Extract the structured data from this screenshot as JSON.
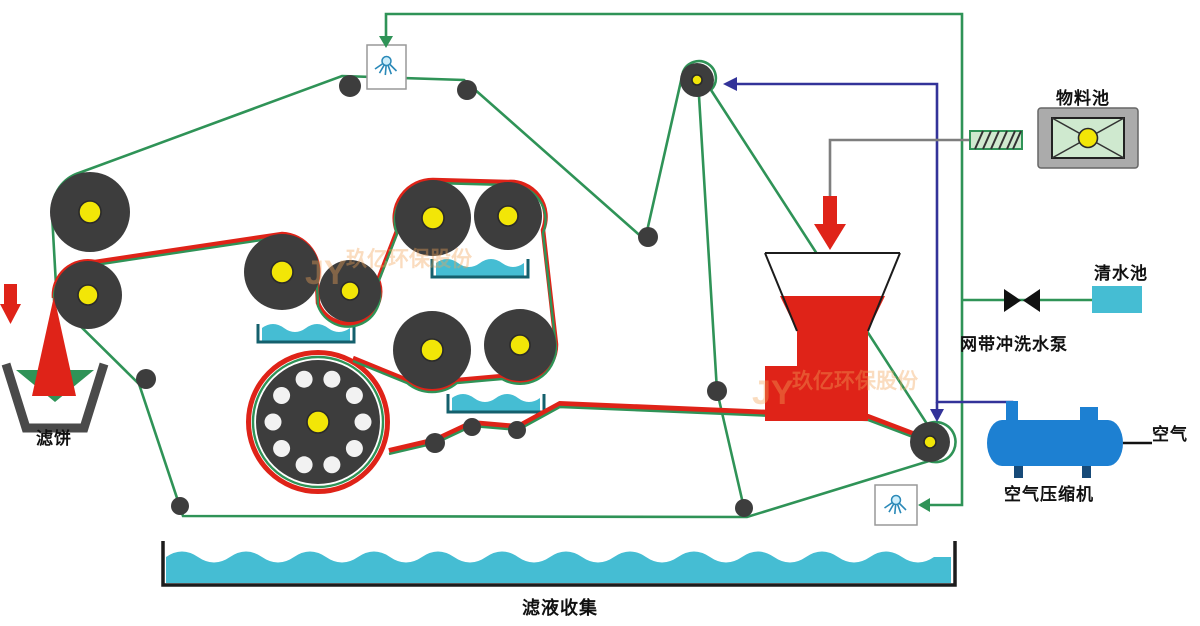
{
  "labels": {
    "material_pool": "物料池",
    "clean_water_pool": "清水池",
    "belt_wash_pump": "网带冲洗水泵",
    "air_compressor": "空气压缩机",
    "air": "空气",
    "filter_cake": "滤饼",
    "filtrate_collection": "滤液收集"
  },
  "watermark": {
    "logo": "JY",
    "text": "玖亿环保股份"
  },
  "colors": {
    "belt_green": "#2f9357",
    "sludge_red": "#df2318",
    "water_cyan": "#45bdd3",
    "deep_teal": "#14606d",
    "roller_dark": "#3d3d3d",
    "hub_yellow": "#f2e607",
    "compressor_blue": "#1d80d2",
    "pipe_purple": "#333399",
    "line_gray": "#7e7e7e",
    "watermark_orange": "#f3a558",
    "outline_dark": "#1c1c1c"
  }
}
